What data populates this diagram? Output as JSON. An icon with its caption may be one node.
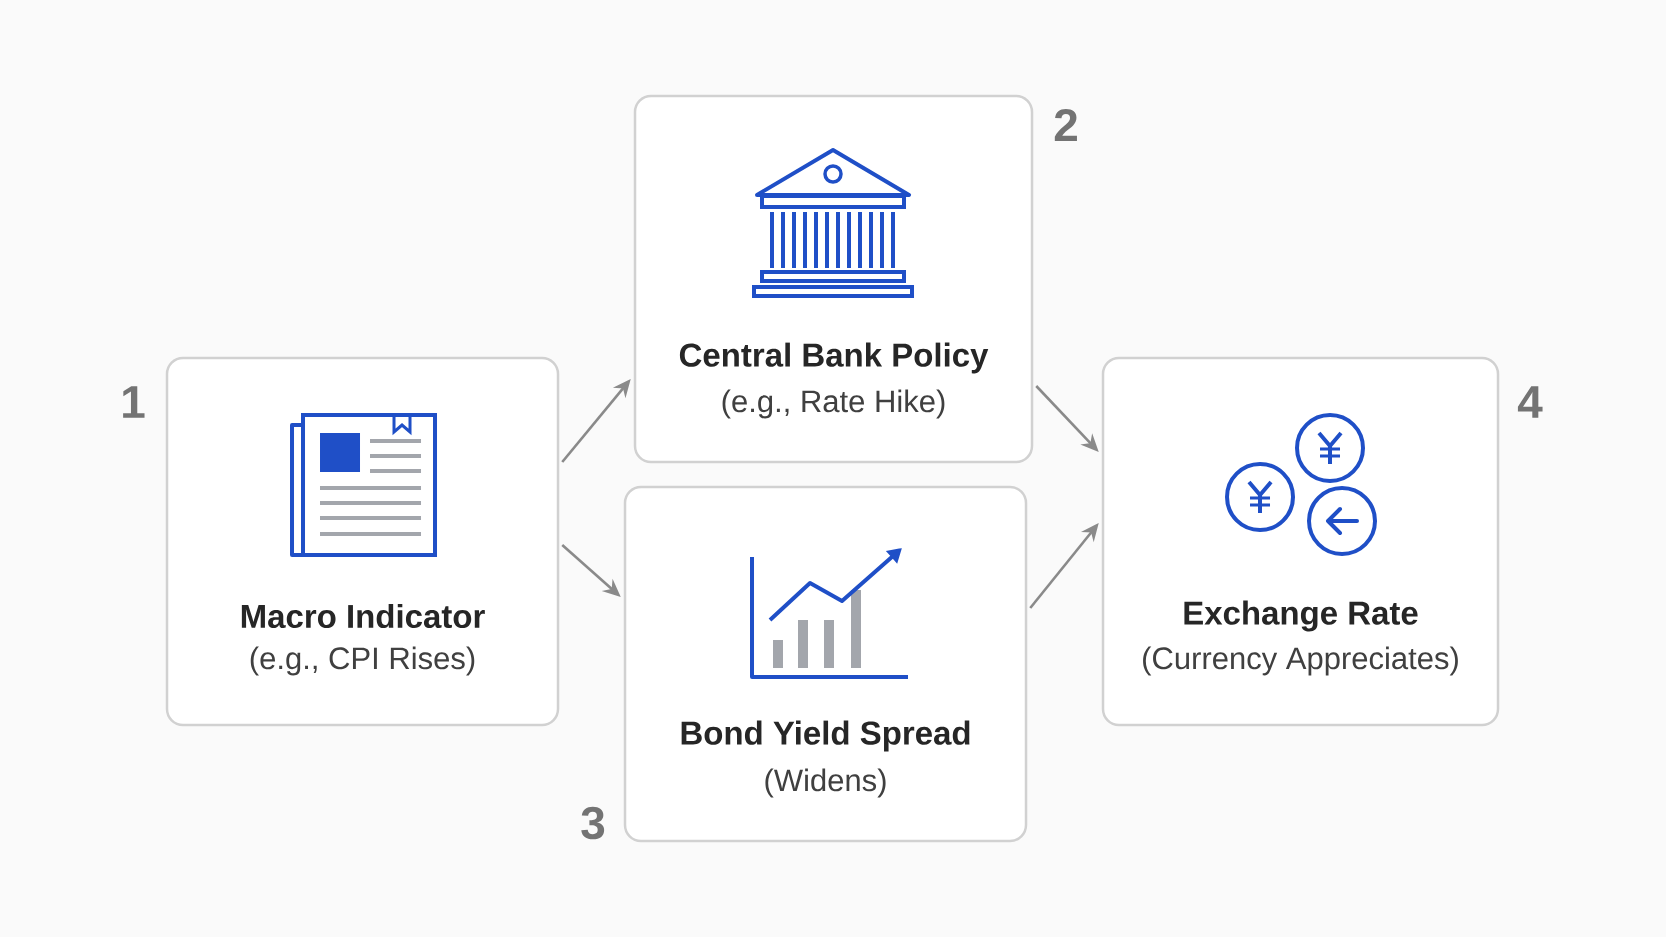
{
  "diagram": {
    "nodes": [
      {
        "text": [
          "Macro Indicator",
          "(e.g., CPI Rises)"
        ],
        "beside": [
          "1"
        ]
      },
      {
        "text": [
          "Central Bank Policy",
          "(e.g., Rate Hike)"
        ],
        "beside": [
          "2"
        ]
      },
      {
        "text": [
          "Bond Yield Spread",
          "(Widens)"
        ],
        "beside": [
          "3"
        ]
      },
      {
        "text": [
          "Exchange Rate",
          "(Currency Appreciates)"
        ],
        "beside": [
          "4"
        ]
      }
    ],
    "edges": [
      {
        "from": 0,
        "to": 1,
        "arrow": "to"
      },
      {
        "from": 0,
        "to": 2,
        "arrow": "to"
      },
      {
        "from": 1,
        "to": 3,
        "arrow": "to"
      },
      {
        "from": 2,
        "to": 3,
        "arrow": "to"
      }
    ]
  }
}
